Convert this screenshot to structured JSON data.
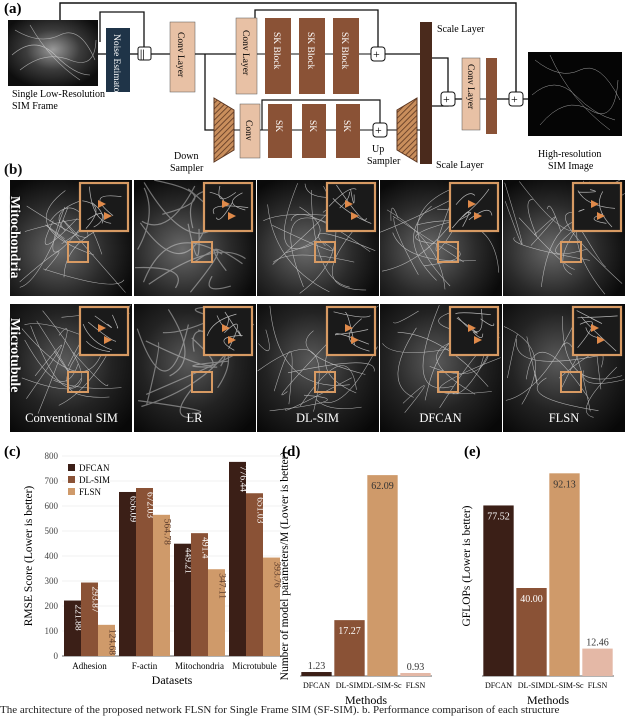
{
  "panel_a": {
    "label": "(a)",
    "input_caption": [
      "Single Low-Resolution",
      "SIM Frame"
    ],
    "output_caption": [
      "High-resolution",
      "SIM Image"
    ],
    "noise_estimator": "Noise Estimator",
    "conv_layer": "Conv Layer",
    "sk_block": "SK Block",
    "scale_layer": "Scale Layer",
    "conv": "Conv",
    "sk": "SK",
    "down_sampler": [
      "Down",
      "Sampler"
    ],
    "up_sampler": [
      "Up",
      "Sampler"
    ],
    "concat_symbol": "||",
    "plus_symbol": "+"
  },
  "panel_b": {
    "label": "(b)",
    "row_labels": [
      "Mitochondria",
      "Microtubule"
    ],
    "column_labels": [
      "Conventional SIM",
      "LR",
      "DL-SIM",
      "DFCAN",
      "FLSN"
    ]
  },
  "chart_data": [
    {
      "panel": "(c)",
      "type": "bar",
      "xlabel": "Datasets",
      "ylabel": "RMSE Score (Lower is better)",
      "ylim": [
        0,
        800
      ],
      "yticks": [
        0,
        100,
        200,
        300,
        400,
        500,
        600,
        700,
        800
      ],
      "categories": [
        "Adhesion",
        "F-actin",
        "Mitochondria",
        "Microtubule"
      ],
      "legend_position": "top-left",
      "series": [
        {
          "name": "DFCAN",
          "color": "#3b1f17",
          "values": [
            221.88,
            656.09,
            449.21,
            776.44
          ],
          "labels": [
            "221.88",
            "656.09",
            "449.21",
            "776.44"
          ]
        },
        {
          "name": "DL-SIM",
          "color": "#8a5236",
          "values": [
            293.87,
            672.03,
            491.4,
            651.03
          ],
          "labels": [
            "293.87",
            "672.03",
            "491.4",
            "651.03"
          ]
        },
        {
          "name": "FLSN",
          "color": "#cf9a6a",
          "values": [
            124.68,
            564.78,
            347.11,
            393.76
          ],
          "labels": [
            "124.68",
            "564.78",
            "347.11",
            "393.76"
          ]
        }
      ]
    },
    {
      "panel": "(d)",
      "type": "bar",
      "xlabel": "Methods",
      "ylabel": "Number of model parameters/M (Lower is better)",
      "ylim": [
        0,
        68
      ],
      "categories": [
        "DFCAN",
        "DL-SIM",
        "DL-SIM-Sc",
        "FLSN"
      ],
      "values": [
        1.23,
        17.27,
        62.09,
        0.93
      ],
      "labels": [
        "1.23",
        "17.27",
        "62.09",
        "0.93"
      ],
      "colors": [
        "#3b1f17",
        "#8a5236",
        "#cf9a6a",
        "#e4b8a6"
      ]
    },
    {
      "panel": "(e)",
      "type": "bar",
      "xlabel": "Methods",
      "ylabel": "GFLOPs (Lower is better)",
      "ylim": [
        0,
        100
      ],
      "categories": [
        "DFCAN",
        "DL-SIM",
        "DL-SIM-Sc",
        "FLSN"
      ],
      "values": [
        77.52,
        40.0,
        92.13,
        12.46
      ],
      "labels": [
        "77.52",
        "40.00",
        "92.13",
        "12.46"
      ],
      "colors": [
        "#3b1f17",
        "#8a5236",
        "#cf9a6a",
        "#e4b8a6"
      ]
    }
  ],
  "caption_text": "The architecture of the proposed network FLSN for Single Frame SIM (SF-SIM). b. Performance comparison of each structure"
}
